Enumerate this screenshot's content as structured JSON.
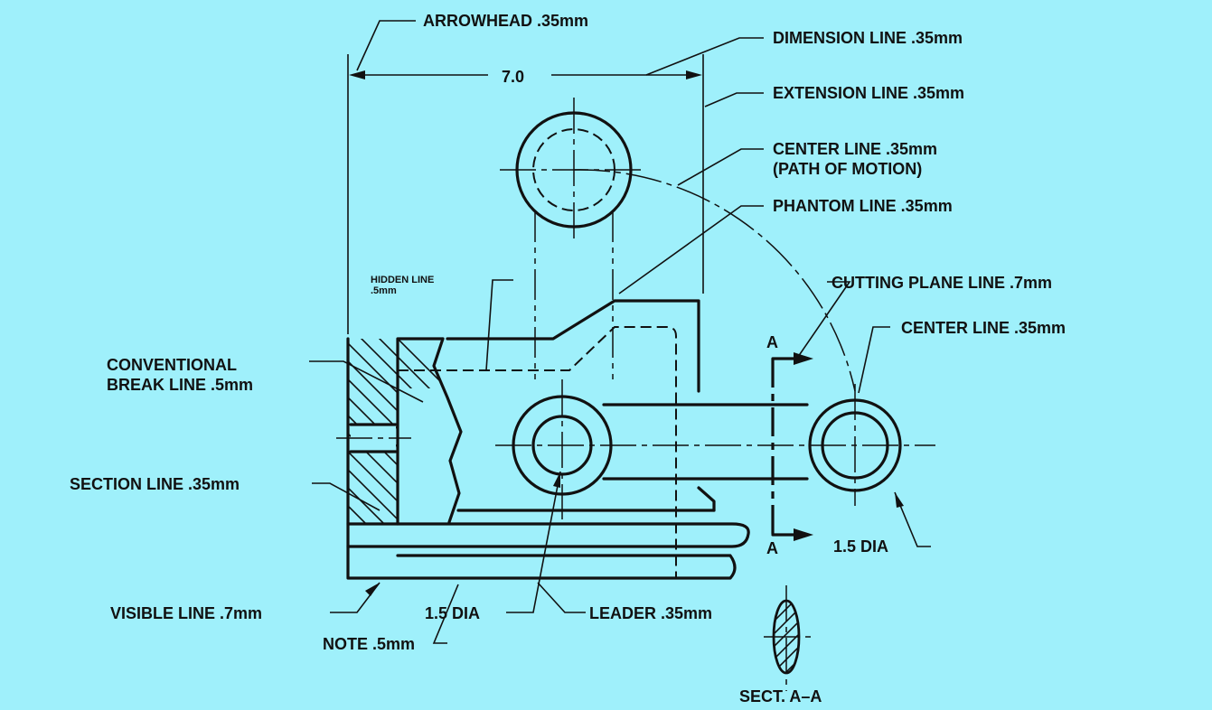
{
  "labels": {
    "arrowhead": "ARROWHEAD .35mm",
    "dimension_line": "DIMENSION LINE .35mm",
    "dimension_value": "7.0",
    "extension_line": "EXTENSION LINE .35mm",
    "center_line_path_1": "CENTER LINE .35mm",
    "center_line_path_2": "(PATH OF MOTION)",
    "phantom_line": "PHANTOM LINE .35mm",
    "hidden_line_1": "HIDDEN LINE",
    "hidden_line_2": ".5mm",
    "cutting_plane_line": "CUTTING PLANE LINE .7mm",
    "center_line": "CENTER LINE .35mm",
    "conventional_break_1": "CONVENTIONAL",
    "conventional_break_2": "BREAK LINE .5mm",
    "section_line": "SECTION LINE .35mm",
    "section_letter_top": "A",
    "section_letter_bottom": "A",
    "dia_right": "1.5 DIA",
    "dia_left": "1.5 DIA",
    "visible_line": "VISIBLE LINE .7mm",
    "leader": "LEADER .35mm",
    "note": "NOTE .5mm",
    "section_title": "SECT. A–A"
  }
}
